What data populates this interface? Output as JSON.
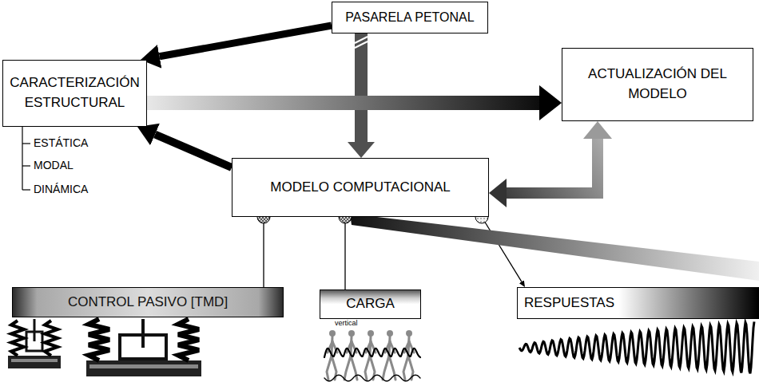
{
  "diagram": {
    "nodes": [
      {
        "text": [
          "PASARELA PETONAL"
        ]
      },
      {
        "text": [
          "CARACTERIZACIÓN ESTRUCTURAL"
        ]
      },
      {
        "text": [
          "ACTUALIZACIÓN DEL MODELO"
        ]
      },
      {
        "text": [
          "MODELO COMPUTACIONAL"
        ]
      },
      {
        "text": [
          "CONTROL PASIVO [TMD]"
        ]
      },
      {
        "text": [
          "CARGA"
        ]
      },
      {
        "text": [
          "RESPUESTAS"
        ]
      }
    ],
    "edges": [
      {
        "from": 0,
        "to": 1,
        "arrow": "to"
      },
      {
        "from": 0,
        "to": 3,
        "arrow": "to"
      },
      {
        "from": 1,
        "to": 2,
        "arrow": "to"
      },
      {
        "from": 3,
        "to": 1,
        "arrow": "to"
      },
      {
        "from": 3,
        "to": 2,
        "arrow": "both"
      },
      {
        "from": 4,
        "to": 3,
        "arrow": "to"
      },
      {
        "from": 5,
        "to": 3,
        "arrow": "to"
      },
      {
        "from": 3,
        "to": 6,
        "arrow": "to"
      }
    ],
    "labels": [
      "ESTÁTICA",
      "MODAL",
      "DINÁMICA",
      "vertical"
    ]
  }
}
